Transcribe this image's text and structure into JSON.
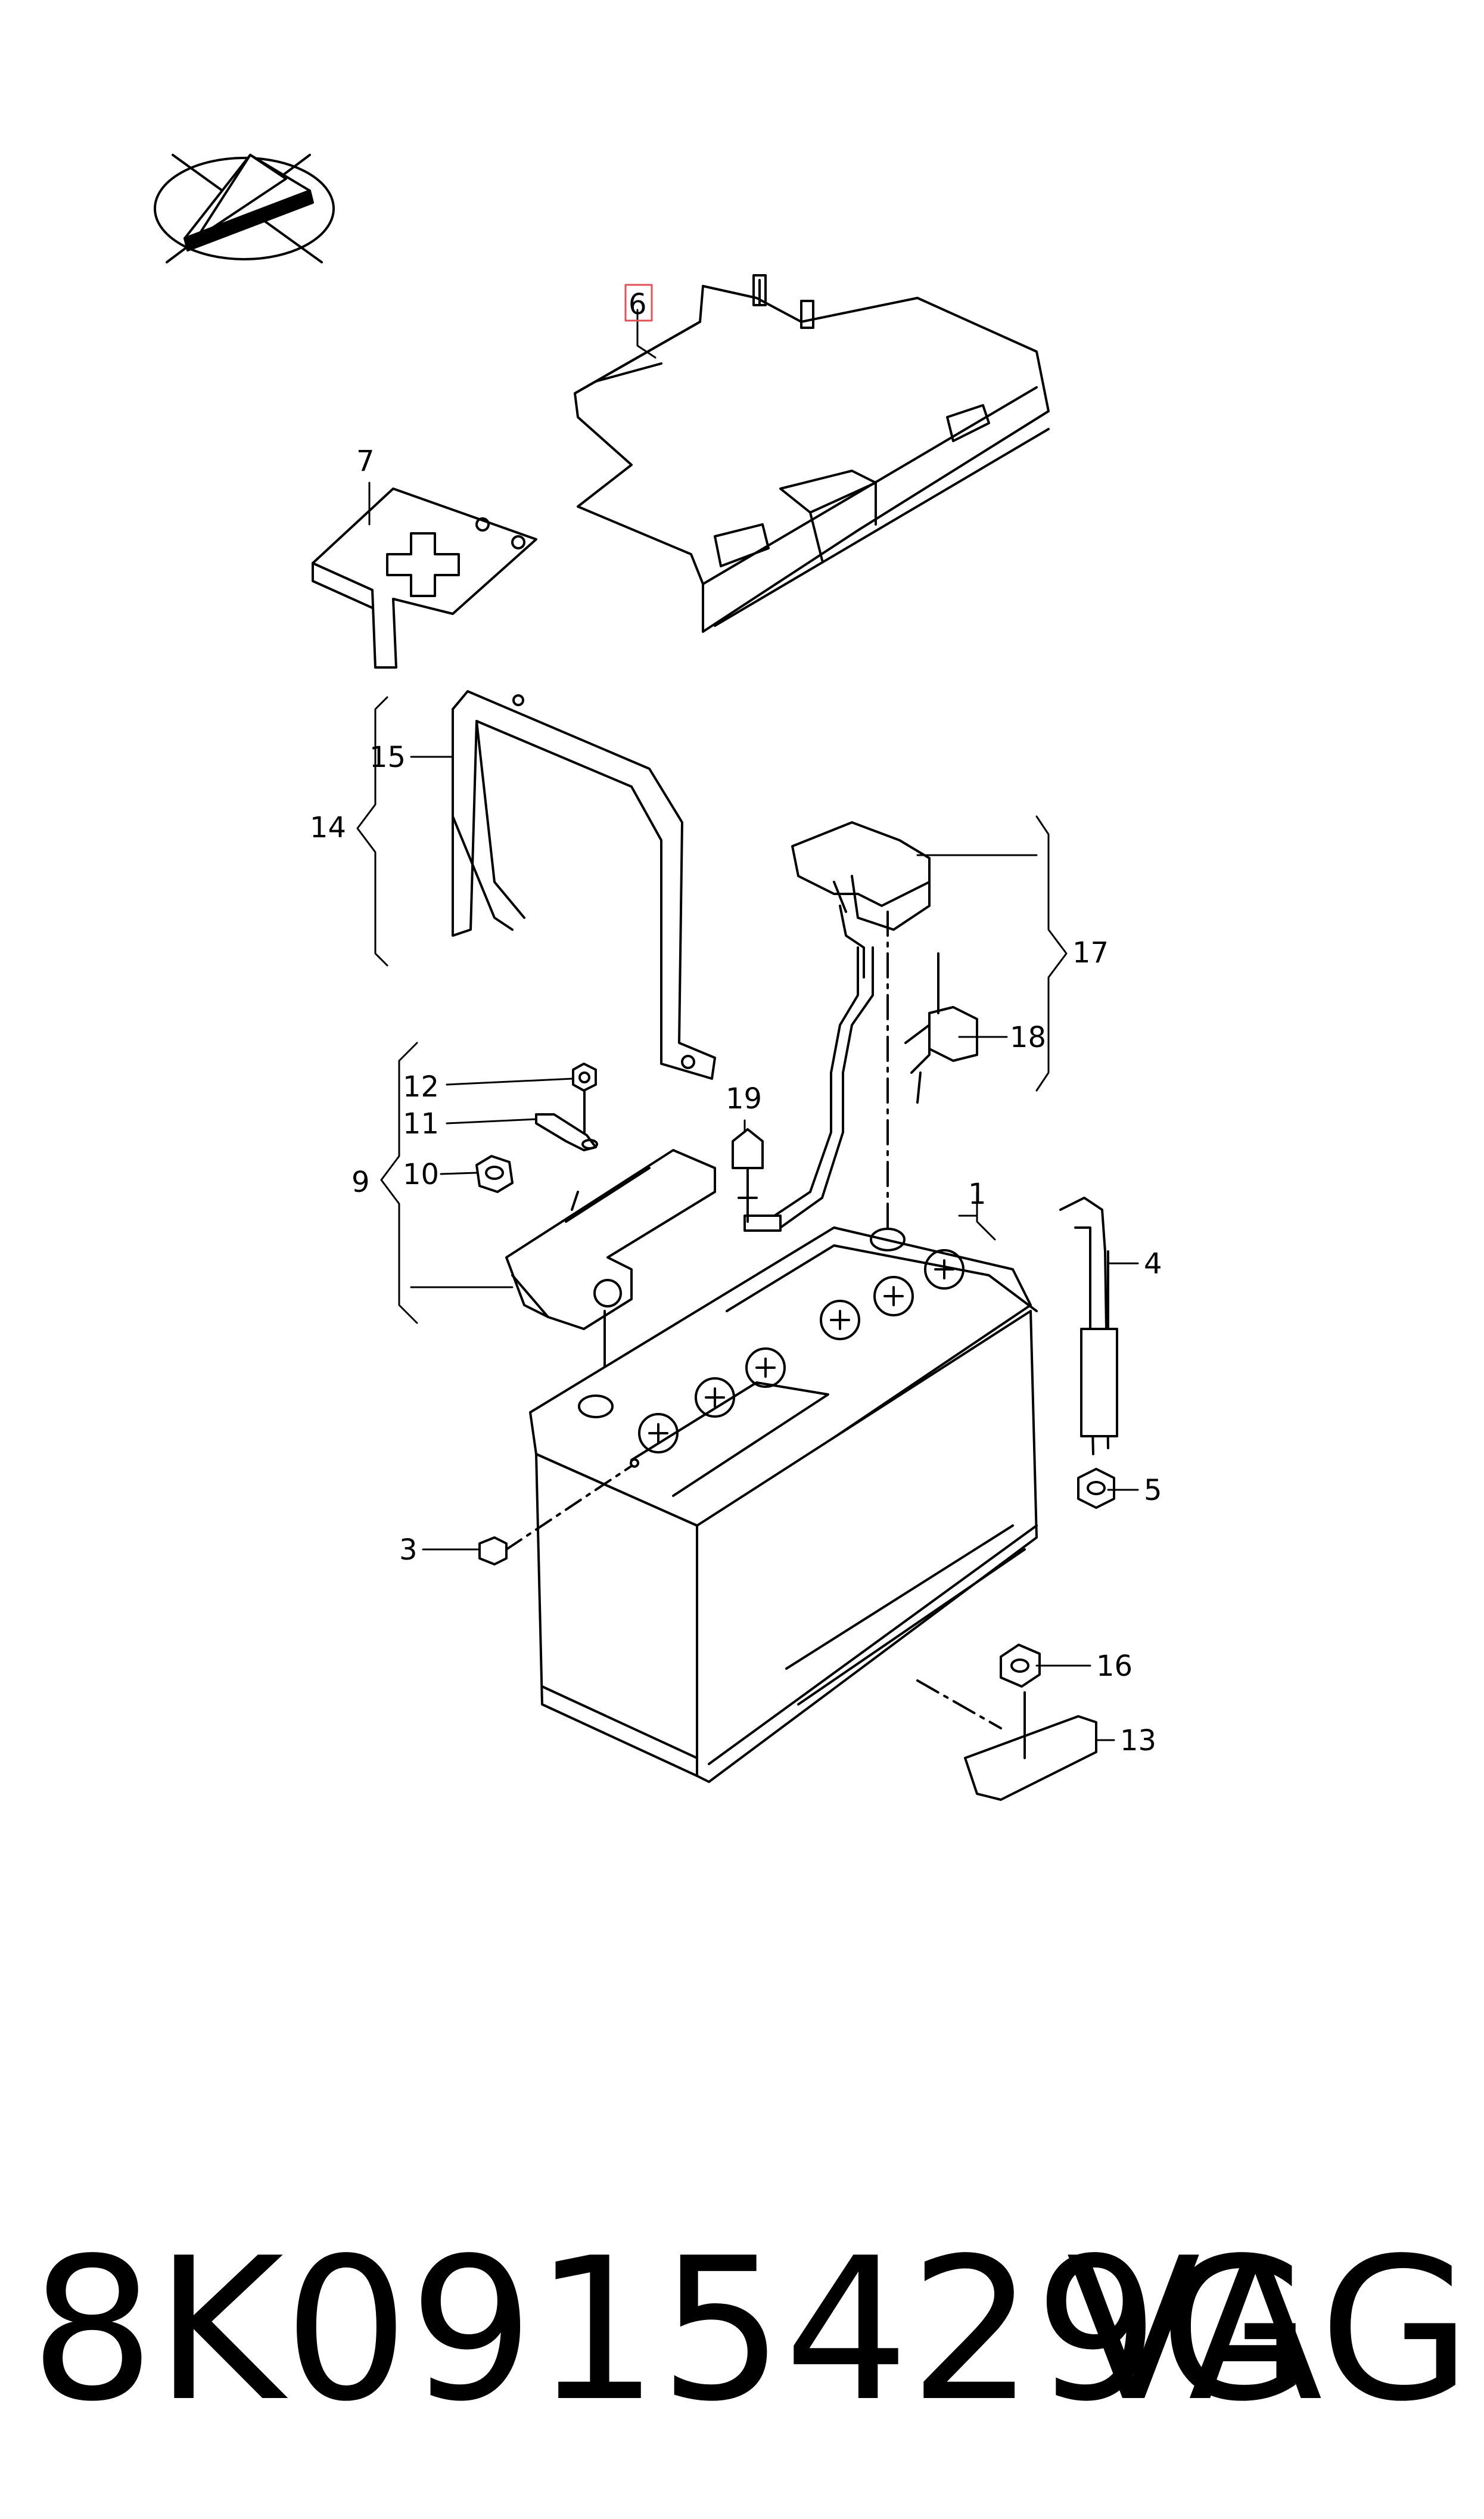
{
  "callouts": {
    "c1": "1",
    "c3": "3",
    "c4": "4",
    "c5": "5",
    "c6": "6",
    "c7": "7",
    "c9": "9",
    "c10": "10",
    "c11": "11",
    "c12": "12",
    "c13": "13",
    "c14": "14",
    "c15": "15",
    "c16": "16",
    "c17": "17",
    "c18": "18",
    "c19": "19"
  },
  "highlighted_callout": "6",
  "highlight_color": "#e0525a",
  "footer": {
    "part_number": "8K0915429G",
    "brand": "VAG"
  }
}
